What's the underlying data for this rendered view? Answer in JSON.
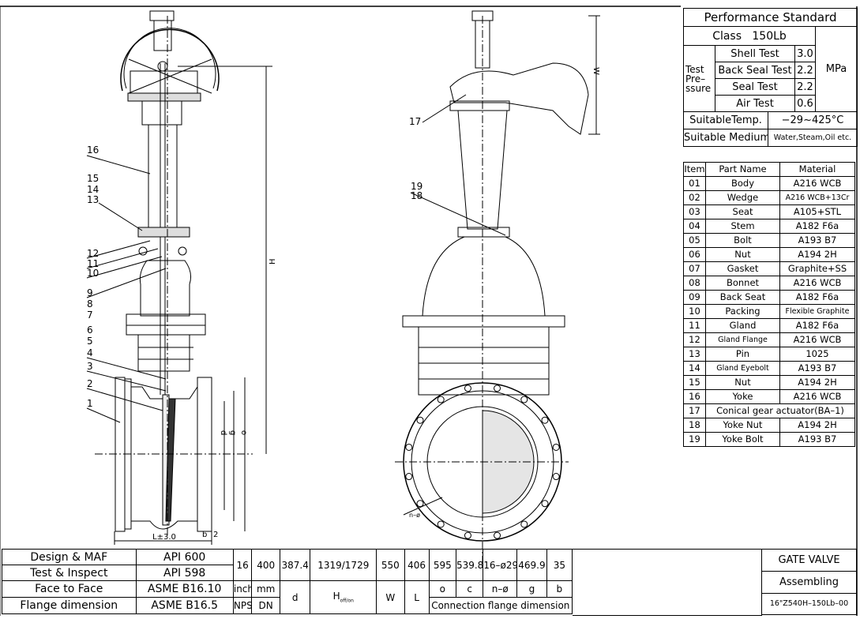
{
  "performance": {
    "title": "Performance Standard",
    "class_label": "Class",
    "class_value": "150Lb",
    "test_pressure_label": "Test Pre– ssure",
    "unit": "MPa",
    "tests": [
      {
        "name": "Shell Test",
        "value": "3.0"
      },
      {
        "name": "Back Seal Test",
        "value": "2.2"
      },
      {
        "name": "Seal Test",
        "value": "2.2"
      },
      {
        "name": "Air Test",
        "value": "0.6"
      }
    ],
    "temp_label": "SuitableTemp.",
    "temp_value": "−29~425°C",
    "medium_label": "Suitable Medium",
    "medium_value": "Water,Steam,Oil etc."
  },
  "parts": {
    "headers": [
      "Item",
      "Part Name",
      "Material"
    ],
    "rows": [
      {
        "item": "01",
        "name": "Body",
        "material": "A216 WCB"
      },
      {
        "item": "02",
        "name": "Wedge",
        "material": "A216 WCB+13Cr"
      },
      {
        "item": "03",
        "name": "Seat",
        "material": "A105+STL"
      },
      {
        "item": "04",
        "name": "Stem",
        "material": "A182 F6a"
      },
      {
        "item": "05",
        "name": "Bolt",
        "material": "A193 B7"
      },
      {
        "item": "06",
        "name": "Nut",
        "material": "A194 2H"
      },
      {
        "item": "07",
        "name": "Gasket",
        "material": "Graphite+SS"
      },
      {
        "item": "08",
        "name": "Bonnet",
        "material": "A216 WCB"
      },
      {
        "item": "09",
        "name": "Back Seat",
        "material": "A182 F6a"
      },
      {
        "item": "10",
        "name": "Packing",
        "material": "Flexible Graphite"
      },
      {
        "item": "11",
        "name": "Gland",
        "material": "A182 F6a"
      },
      {
        "item": "12",
        "name": "Gland Flange",
        "material": "A216 WCB"
      },
      {
        "item": "13",
        "name": "Pin",
        "material": "1025"
      },
      {
        "item": "14",
        "name": "Gland Eyebolt",
        "material": "A193 B7"
      },
      {
        "item": "15",
        "name": "Nut",
        "material": "A194 2H"
      },
      {
        "item": "16",
        "name": "Yoke",
        "material": "A216 WCB"
      },
      {
        "item": "17",
        "name": "Conical gear actuator(BA–1)",
        "material": ""
      },
      {
        "item": "18",
        "name": "Yoke Nut",
        "material": "A194 2H"
      },
      {
        "item": "19",
        "name": "Yoke Bolt",
        "material": "A193 B7"
      }
    ]
  },
  "standards": [
    {
      "label": "Design & MAF",
      "value": "API 600"
    },
    {
      "label": "Test & Inspect",
      "value": "API 598"
    },
    {
      "label": "Face to Face",
      "value": "ASME B16.10"
    },
    {
      "label": "Flange dimension",
      "value": "ASME B16.5"
    }
  ],
  "dimensions": {
    "values": [
      "16",
      "400",
      "387.4",
      "1319/1729",
      "550",
      "406",
      "595",
      "539.8",
      "16–ø29",
      "469.9",
      "35"
    ],
    "units": [
      "inch",
      "mm"
    ],
    "size_labels": [
      "NPS",
      "DN"
    ],
    "symbols": {
      "d": "d",
      "H": "H",
      "H_sub": "off/on",
      "W": "W",
      "L": "L",
      "o": "o",
      "c": "c",
      "n": "n–ø",
      "g": "g",
      "b": "b"
    },
    "flange_caption": "Connection flange dimension"
  },
  "title_block": {
    "name": "GATE VALVE",
    "type": "Assembling",
    "code": "16\"Z540H–150Lb–00"
  },
  "drawing": {
    "left_callouts": [
      "16",
      "15",
      "14",
      "13",
      "12",
      "11",
      "10",
      "9",
      "8",
      "7",
      "6",
      "5",
      "4",
      "3",
      "2",
      "1"
    ],
    "right_callouts": [
      "17",
      "19",
      "18"
    ],
    "dim_labels": {
      "H": "H",
      "d": "d",
      "g": "g",
      "o": "o",
      "L": "L±3.0",
      "b": "b",
      "b2": "2",
      "W": "W",
      "n": "n–ø"
    }
  }
}
